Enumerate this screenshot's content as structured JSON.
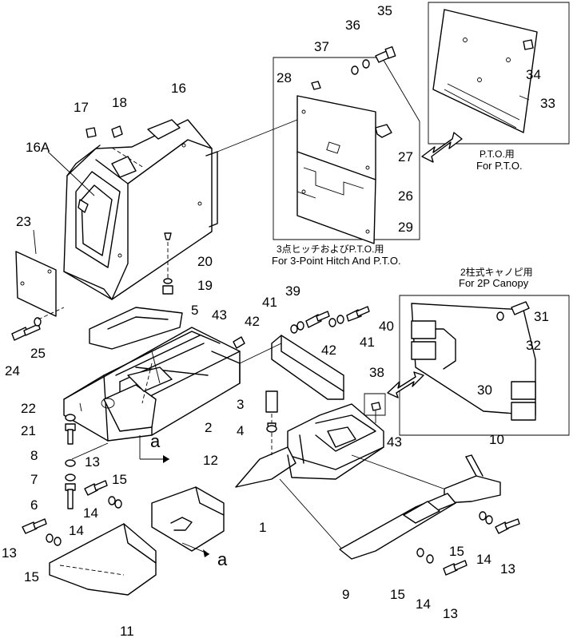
{
  "callouts": [
    {
      "id": "c35",
      "text": "35"
    },
    {
      "id": "c36",
      "text": "36"
    },
    {
      "id": "c37",
      "text": "37"
    },
    {
      "id": "c28",
      "text": "28"
    },
    {
      "id": "c34",
      "text": "34"
    },
    {
      "id": "c33",
      "text": "33"
    },
    {
      "id": "c27",
      "text": "27"
    },
    {
      "id": "c26",
      "text": "26"
    },
    {
      "id": "c29",
      "text": "29"
    },
    {
      "id": "c16",
      "text": "16"
    },
    {
      "id": "c17",
      "text": "17"
    },
    {
      "id": "c18",
      "text": "18"
    },
    {
      "id": "c16a",
      "text": "16A"
    },
    {
      "id": "c23",
      "text": "23"
    },
    {
      "id": "c20",
      "text": "20"
    },
    {
      "id": "c19",
      "text": "19"
    },
    {
      "id": "c5",
      "text": "5"
    },
    {
      "id": "c43a",
      "text": "43"
    },
    {
      "id": "c39",
      "text": "39"
    },
    {
      "id": "c41a",
      "text": "41"
    },
    {
      "id": "c42a",
      "text": "42"
    },
    {
      "id": "c40",
      "text": "40"
    },
    {
      "id": "c42b",
      "text": "42"
    },
    {
      "id": "c41b",
      "text": "41"
    },
    {
      "id": "c31",
      "text": "31"
    },
    {
      "id": "c32",
      "text": "32"
    },
    {
      "id": "c30",
      "text": "30"
    },
    {
      "id": "c38",
      "text": "38"
    },
    {
      "id": "c25",
      "text": "25"
    },
    {
      "id": "c24",
      "text": "24"
    },
    {
      "id": "c22",
      "text": "22"
    },
    {
      "id": "c21",
      "text": "21"
    },
    {
      "id": "c2",
      "text": "2"
    },
    {
      "id": "c3",
      "text": "3"
    },
    {
      "id": "c4",
      "text": "4"
    },
    {
      "id": "c43b",
      "text": "43"
    },
    {
      "id": "c8",
      "text": "8"
    },
    {
      "id": "c7",
      "text": "7"
    },
    {
      "id": "c6",
      "text": "6"
    },
    {
      "id": "c13a",
      "text": "13"
    },
    {
      "id": "c15a",
      "text": "15"
    },
    {
      "id": "c14a",
      "text": "14"
    },
    {
      "id": "c12",
      "text": "12"
    },
    {
      "id": "c10",
      "text": "10"
    },
    {
      "id": "c1",
      "text": "1"
    },
    {
      "id": "c13b",
      "text": "13"
    },
    {
      "id": "c14b",
      "text": "14"
    },
    {
      "id": "c15b",
      "text": "15"
    },
    {
      "id": "c11",
      "text": "11"
    },
    {
      "id": "c15c",
      "text": "15"
    },
    {
      "id": "c14c",
      "text": "14"
    },
    {
      "id": "c13c",
      "text": "13"
    },
    {
      "id": "c9",
      "text": "9"
    },
    {
      "id": "c15d",
      "text": "15"
    },
    {
      "id": "c14d",
      "text": "14"
    },
    {
      "id": "c13d",
      "text": "13"
    }
  ],
  "view_refs": {
    "a1": "a",
    "a2": "a"
  },
  "captions": {
    "pto_jp": "P.T.O.用",
    "pto_en": "For P.T.O.",
    "hitch_jp": "3点ヒッチおよびP.T.O.用",
    "hitch_en": "For 3-Point Hitch And P.T.O.",
    "canopy_jp": "2柱式キャノピ用",
    "canopy_en": "For 2P Canopy"
  }
}
